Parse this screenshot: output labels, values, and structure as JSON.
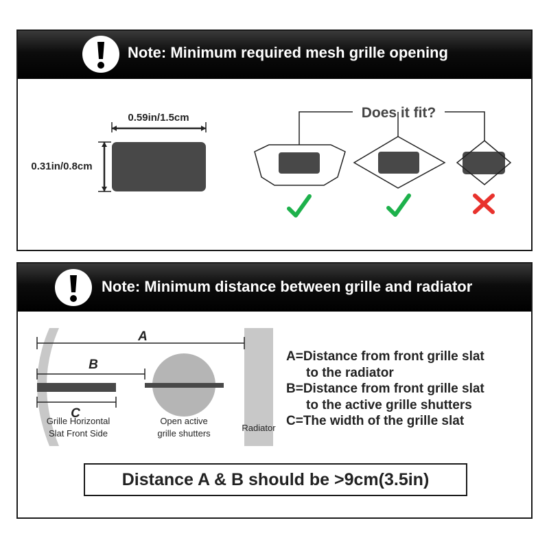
{
  "panel1": {
    "title": "Note: Minimum required mesh grille opening",
    "width_label": "0.59in/1.5cm",
    "height_label": "0.31in/0.8cm",
    "question": "Does it fit?",
    "options": [
      {
        "shape": "hexagon",
        "result": "fits",
        "mark": "check-icon"
      },
      {
        "shape": "diamond",
        "result": "fits",
        "mark": "check-icon"
      },
      {
        "shape": "small-diamond",
        "result": "does-not-fit",
        "mark": "cross-icon"
      }
    ]
  },
  "panel2": {
    "title": "Note: Minimum distance between grille and radiator",
    "dim_a": "A",
    "dim_b": "B",
    "dim_c": "C",
    "label_slat_1": "Grille Horizontal",
    "label_slat_2": "Slat Front Side",
    "label_shutter_1": "Open active",
    "label_shutter_2": "grille shutters",
    "label_radiator": "Radiator",
    "legend": {
      "a1": "A=Distance from front grille slat",
      "a2": "to the radiator",
      "b1": "B=Distance from front grille slat",
      "b2": "to the active grille shutters",
      "c1": "C=The width of the grille slat"
    },
    "summary": "Distance A & B should be >9cm(3.5in)"
  },
  "colors": {
    "header_bg": "#000000",
    "swatch": "#484848",
    "check": "#1db14b",
    "cross": "#e8322d",
    "light_gray": "#c8c8c8",
    "medium_gray": "#b5b5b5"
  }
}
